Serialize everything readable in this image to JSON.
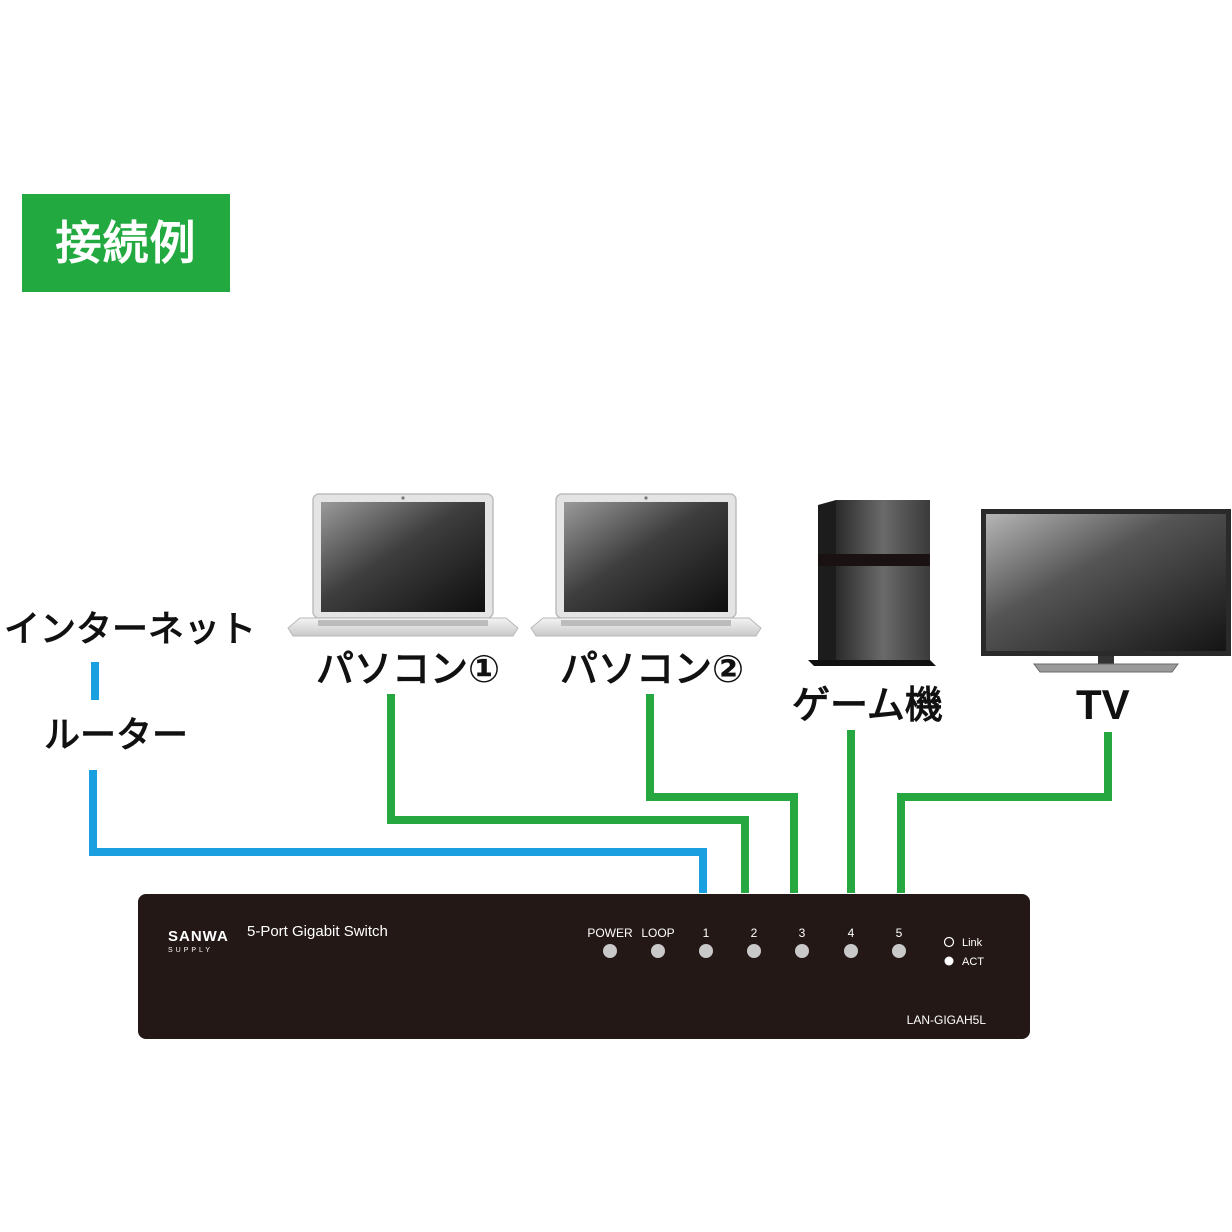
{
  "badge": {
    "text": "接続例",
    "color": "#22a93f"
  },
  "labels": {
    "internet": "インターネット",
    "router": "ルーター",
    "pc1": "パソコン①",
    "pc2": "パソコン②",
    "game": "ゲーム機",
    "tv": "TV"
  },
  "switch": {
    "brand": "SANWA",
    "brand_sub": "SUPPLY",
    "title": "5-Port Gigabit Switch",
    "model": "LAN-GIGAH5L",
    "indicators": [
      "POWER",
      "LOOP",
      "1",
      "2",
      "3",
      "4",
      "5"
    ],
    "legend": [
      "Link",
      "ACT"
    ]
  },
  "colors": {
    "cable_wan": "#1aa0e0",
    "cable_lan": "#26a73f",
    "switch_body": "#231815"
  },
  "icons": [
    "laptop-icon",
    "laptop-icon",
    "game-console-icon",
    "tv-icon"
  ]
}
